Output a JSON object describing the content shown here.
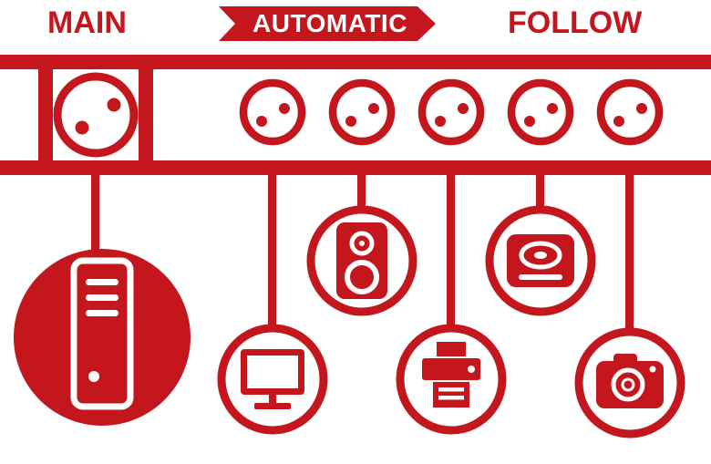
{
  "colors": {
    "red": "#c3161d",
    "white": "#ffffff"
  },
  "header": {
    "main_label": "MAIN",
    "automatic_label": "AUTOMATIC",
    "follow_label": "FOLLOW"
  },
  "strip": {
    "main_socket_icon": "power-socket-icon",
    "follow_socket_icons": [
      "power-socket-icon",
      "power-socket-icon",
      "power-socket-icon",
      "power-socket-icon",
      "power-socket-icon"
    ]
  },
  "devices": {
    "main_device_icon": "computer-tower-icon",
    "follow_device_icons": [
      "monitor-icon",
      "speaker-icon",
      "printer-icon",
      "hard-drive-icon",
      "camera-icon"
    ]
  }
}
